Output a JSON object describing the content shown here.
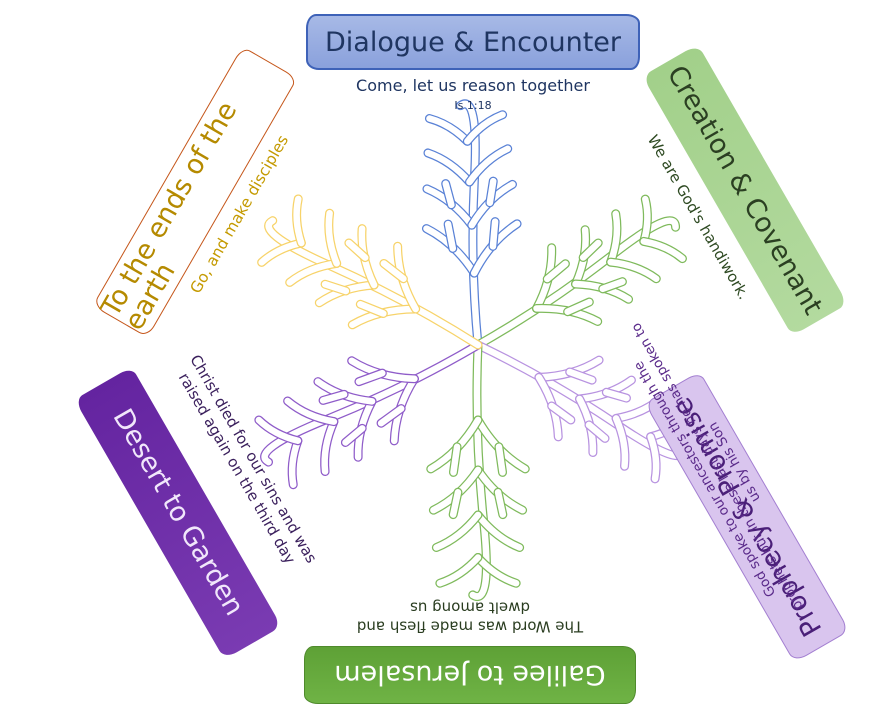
{
  "colors": {
    "blue_banner": "#93a9de",
    "blue_banner_border": "#3e62b8",
    "blue_text": "#1f3561",
    "green_banner": "#a6d28f",
    "green_text": "#2e5a1f",
    "lavender_banner": "#d9c5ee",
    "lavender_border": "#a37fd1",
    "lavender_text": "#5a2a8a",
    "bottom_green": "#67ad3b",
    "purple_banner": "#6c27a5",
    "orange_border": "#c5561a",
    "gold_text": "#b89400",
    "tree_blue": "#5a82d6",
    "tree_green": "#7fba5c",
    "tree_yellow": "#f7d36a",
    "tree_purple": "#8f5cc9",
    "tree_lavender": "#b893e0"
  },
  "sections": {
    "dialogue": {
      "title": "Dialogue & Encounter",
      "quote": "Come, let us reason together",
      "reference": "Is 1:18"
    },
    "creation": {
      "title": "Creation & Covenant",
      "quote": "We are God's handiwork."
    },
    "prophecy": {
      "title": "Prophecy & Promise",
      "quote_line1": "God spoke to our ancestors through the",
      "quote_line2": "prophets but in these last days he has spoken to",
      "quote_line3": "us by his Son"
    },
    "galilee": {
      "title": "Galilee to Jerusalem",
      "quote_line1": "The Word was made flesh and",
      "quote_line2": "dwelt among us"
    },
    "desert": {
      "title": "Desert to Garden",
      "quote_line1": "Christ died for our sins and was",
      "quote_line2": "raised again on the third day"
    },
    "ends": {
      "title": "To the ends of the earth",
      "quote": "Go, and make disciples"
    }
  }
}
